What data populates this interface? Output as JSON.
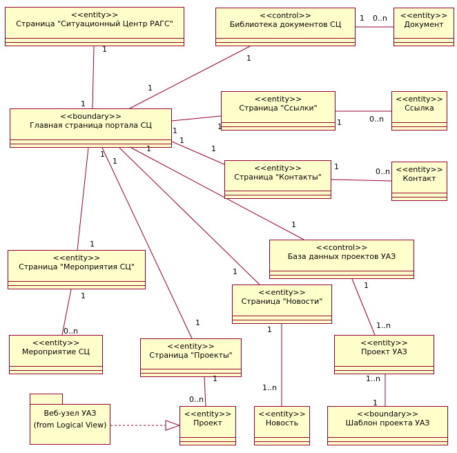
{
  "classes": [
    {
      "id": "sitcenter",
      "stereotype": "<<entity>>",
      "name": "Страница \"Ситуационный Центр РАГС\""
    },
    {
      "id": "library",
      "stereotype": "<<control>>",
      "name": "Библиотека документов СЦ"
    },
    {
      "id": "document",
      "stereotype": "<<entity>>",
      "name": "Документ"
    },
    {
      "id": "mainpage",
      "stereotype": "<<boundary>>",
      "name": "Главная страница портала СЦ"
    },
    {
      "id": "linkspage",
      "stereotype": "<<entity>>",
      "name": "Страница \"Ссылки\""
    },
    {
      "id": "link",
      "stereotype": "<<entity>>",
      "name": "Ссылка"
    },
    {
      "id": "contactspage",
      "stereotype": "<<entity>>",
      "name": "Страница \"Контакты\""
    },
    {
      "id": "contact",
      "stereotype": "<<entity>>",
      "name": "Контакт"
    },
    {
      "id": "projectsdb",
      "stereotype": "<<control>>",
      "name": "База данных проектов УАЗ"
    },
    {
      "id": "eventspage",
      "stereotype": "<<entity>>",
      "name": "Страница \"Мероприятия СЦ\""
    },
    {
      "id": "newspage",
      "stereotype": "<<entity>>",
      "name": "Страница \"Новости\""
    },
    {
      "id": "event",
      "stereotype": "<<entity>>",
      "name": "Мероприятие СЦ"
    },
    {
      "id": "projectspage",
      "stereotype": "<<entity>>",
      "name": "Страница \"Проекты\""
    },
    {
      "id": "uazproject",
      "stereotype": "<<entity>>",
      "name": "Проект УАЗ"
    },
    {
      "id": "project",
      "stereotype": "<<entity>>",
      "name": "Проект"
    },
    {
      "id": "news",
      "stereotype": "<<entity>>",
      "name": "Новость"
    },
    {
      "id": "template",
      "stereotype": "<<boundary>>",
      "name": "Шаблон проекта УАЗ"
    }
  ],
  "package": {
    "name": "Веб-узел УАЗ",
    "subtitle": "(from Logical View)"
  },
  "multiplicities": [
    "1",
    "1",
    "1",
    "0..n",
    "1",
    "1",
    "1",
    "1",
    "1",
    "0..n",
    "1",
    "1",
    "0..n",
    "1",
    "1",
    "1",
    "1",
    "1",
    "1",
    "0..n",
    "1",
    "1..n",
    "1",
    "1",
    "0..n",
    "1..n",
    "1..n",
    "1"
  ],
  "colors": {
    "fill": "#ffffcc",
    "line": "#990033",
    "text": "#000000"
  }
}
